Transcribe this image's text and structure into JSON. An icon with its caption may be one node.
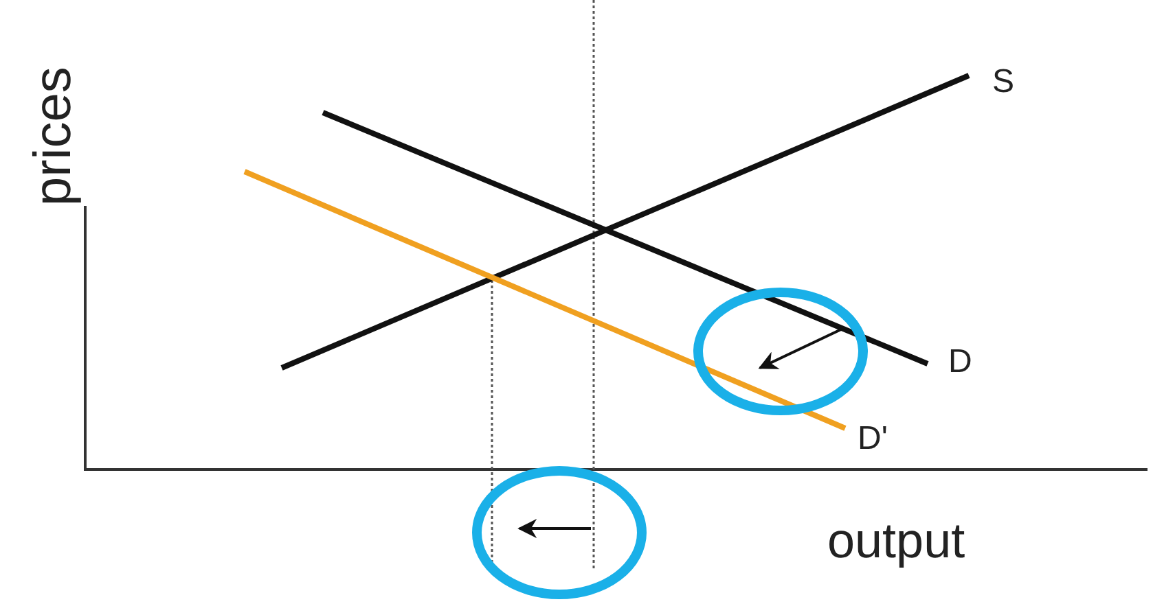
{
  "diagram": {
    "labels": [
      "S",
      "D",
      "D'",
      "prices",
      "output"
    ]
  }
}
